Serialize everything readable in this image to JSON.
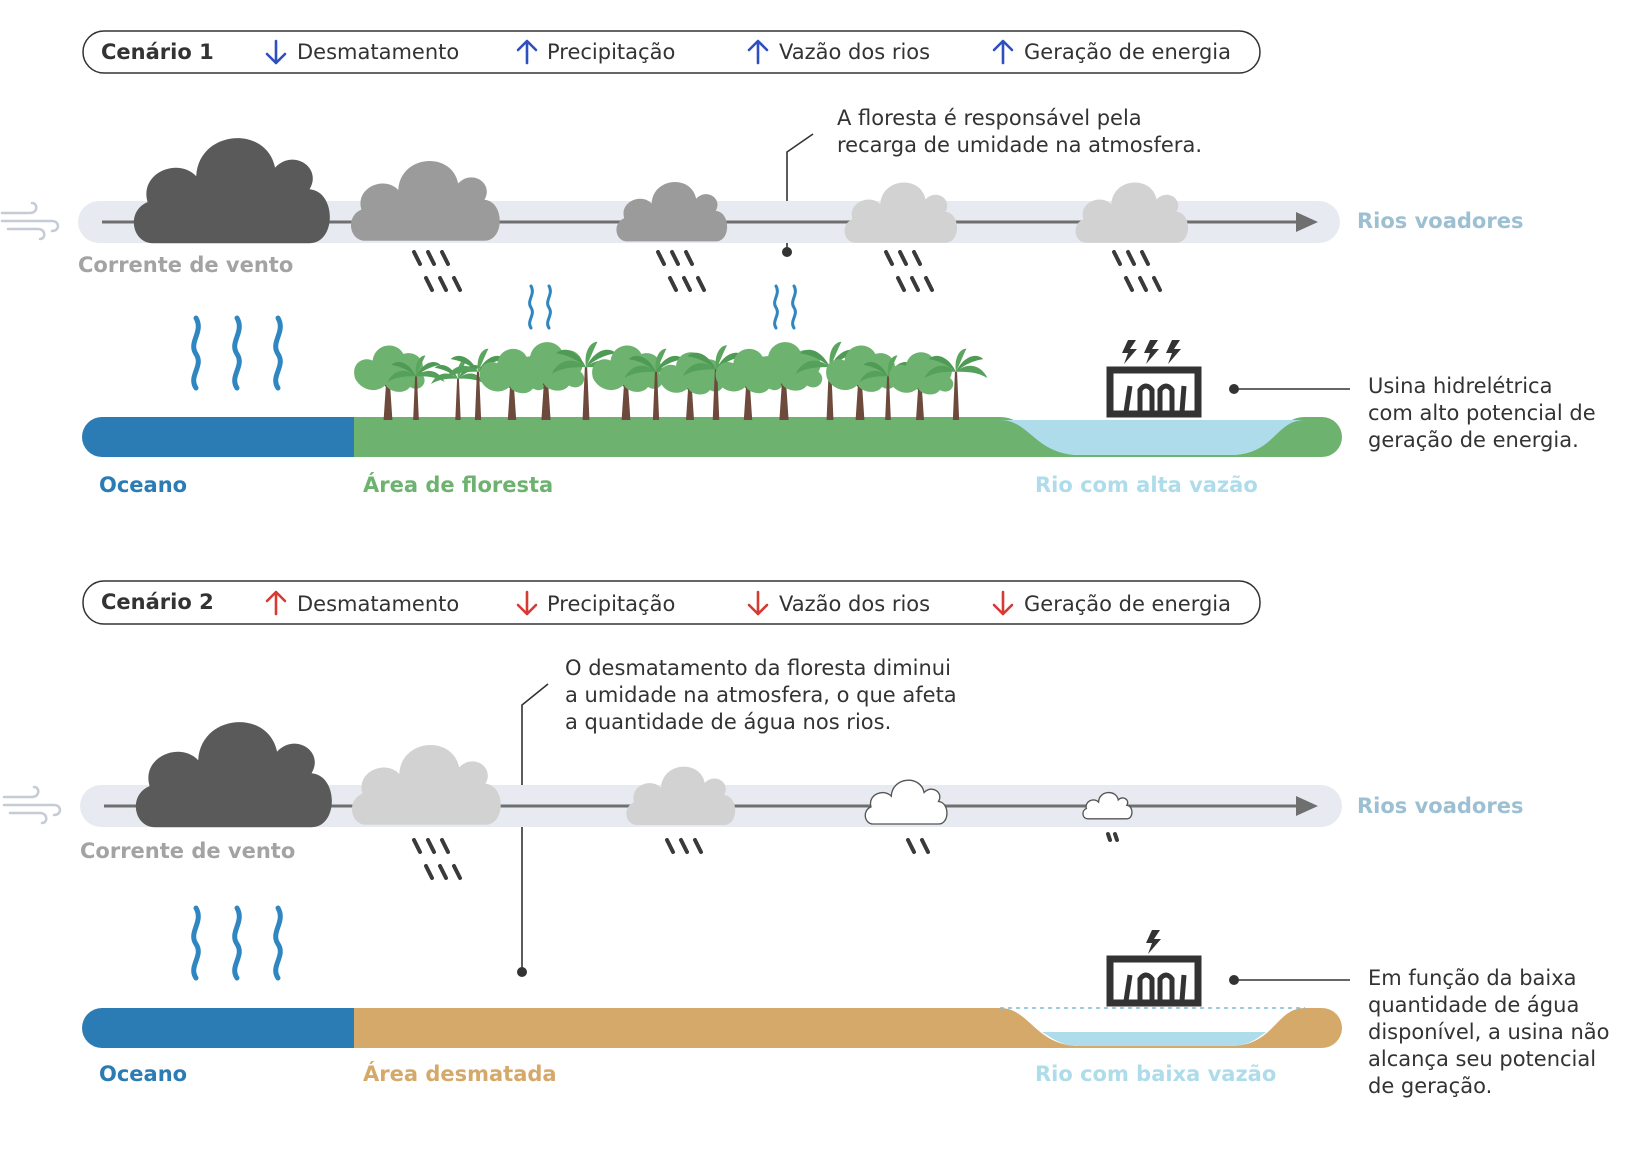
{
  "scenario1": {
    "legend": {
      "title": "Cenário 1",
      "items": [
        {
          "label": "Desmatamento",
          "direction": "down"
        },
        {
          "label": "Precipitação",
          "direction": "up"
        },
        {
          "label": "Vazão dos rios",
          "direction": "up"
        },
        {
          "label": "Geração de energia",
          "direction": "up"
        }
      ],
      "arrow_color": "#2e4fbf"
    },
    "callout_forest": [
      "A floresta é responsável pela",
      "recarga de umidade na atmosfera."
    ],
    "wind_label": "Corrente de vento",
    "rios_label": "Rios voadores",
    "ground_labels": {
      "ocean": "Oceano",
      "land": "Área de floresta",
      "river": "Rio com alta vazão"
    },
    "plant_callout": [
      "Usina hidrelétrica",
      "com alto potencial de",
      "geração de energia."
    ]
  },
  "scenario2": {
    "legend": {
      "title": "Cenário 2",
      "items": [
        {
          "label": "Desmatamento",
          "direction": "up"
        },
        {
          "label": "Precipitação",
          "direction": "down"
        },
        {
          "label": "Vazão dos rios",
          "direction": "down"
        },
        {
          "label": "Geração de energia",
          "direction": "down"
        }
      ],
      "arrow_color": "#d63a33"
    },
    "callout_deforest": [
      "O desmatamento da floresta diminui",
      "a umidade na atmosfera, o que afeta",
      "a quantidade de água nos rios."
    ],
    "wind_label": "Corrente de vento",
    "rios_label": "Rios voadores",
    "ground_labels": {
      "ocean": "Oceano",
      "land": "Área desmatada",
      "river": "Rio com baixa vazão"
    },
    "plant_callout": [
      "Em função da baixa",
      "quantidade de água",
      "disponível, a usina não",
      "alcança seu potencial",
      "de geração."
    ]
  },
  "colors": {
    "ocean": "#2b7bb4",
    "forest": "#6db36f",
    "deforested": "#d4a96a",
    "river": "#aedcea",
    "cloud_dark": "#5a5a5a",
    "cloud_mid": "#9b9b9b",
    "cloud_light": "#d2d2d2",
    "wind_band": "#e7ebf1",
    "label_grey": "#a3a3a3",
    "rios_label": "#9cbfd1",
    "vapor": "#2f86c0",
    "text": "#333333"
  }
}
